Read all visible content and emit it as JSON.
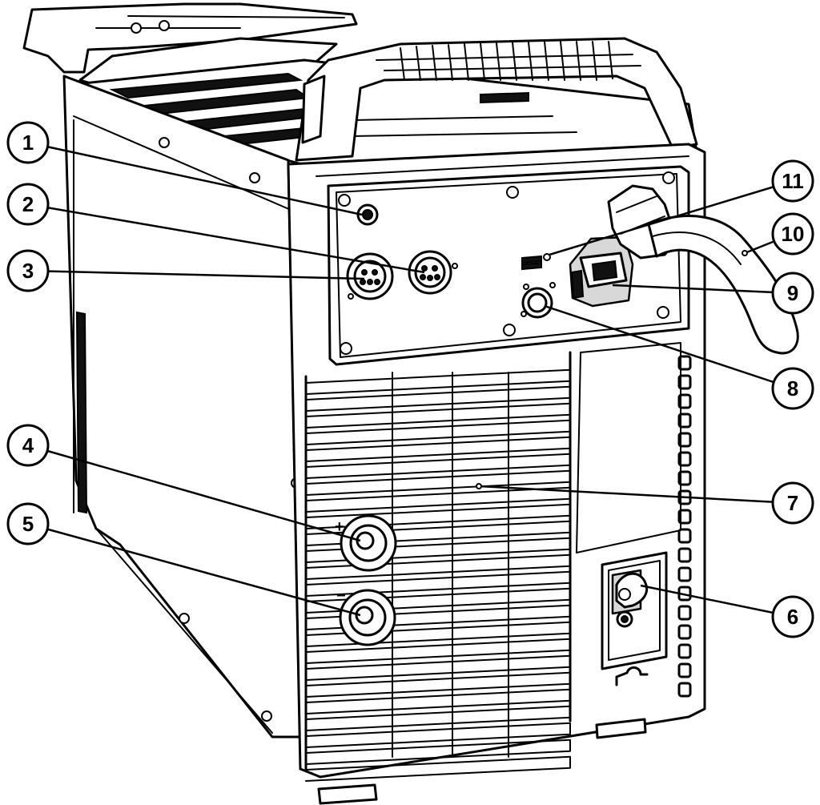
{
  "callouts": [
    {
      "label": "1"
    },
    {
      "label": "2"
    },
    {
      "label": "3"
    },
    {
      "label": "4"
    },
    {
      "label": "5"
    },
    {
      "label": "6"
    },
    {
      "label": "7"
    },
    {
      "label": "8"
    },
    {
      "label": "9"
    },
    {
      "label": "10"
    },
    {
      "label": "11"
    }
  ],
  "terminals": {
    "positive_symbol": "+",
    "negative_symbol": "−"
  },
  "colors": {
    "line": "#000000",
    "background": "#ffffff",
    "shade": "#d8d8d8"
  }
}
